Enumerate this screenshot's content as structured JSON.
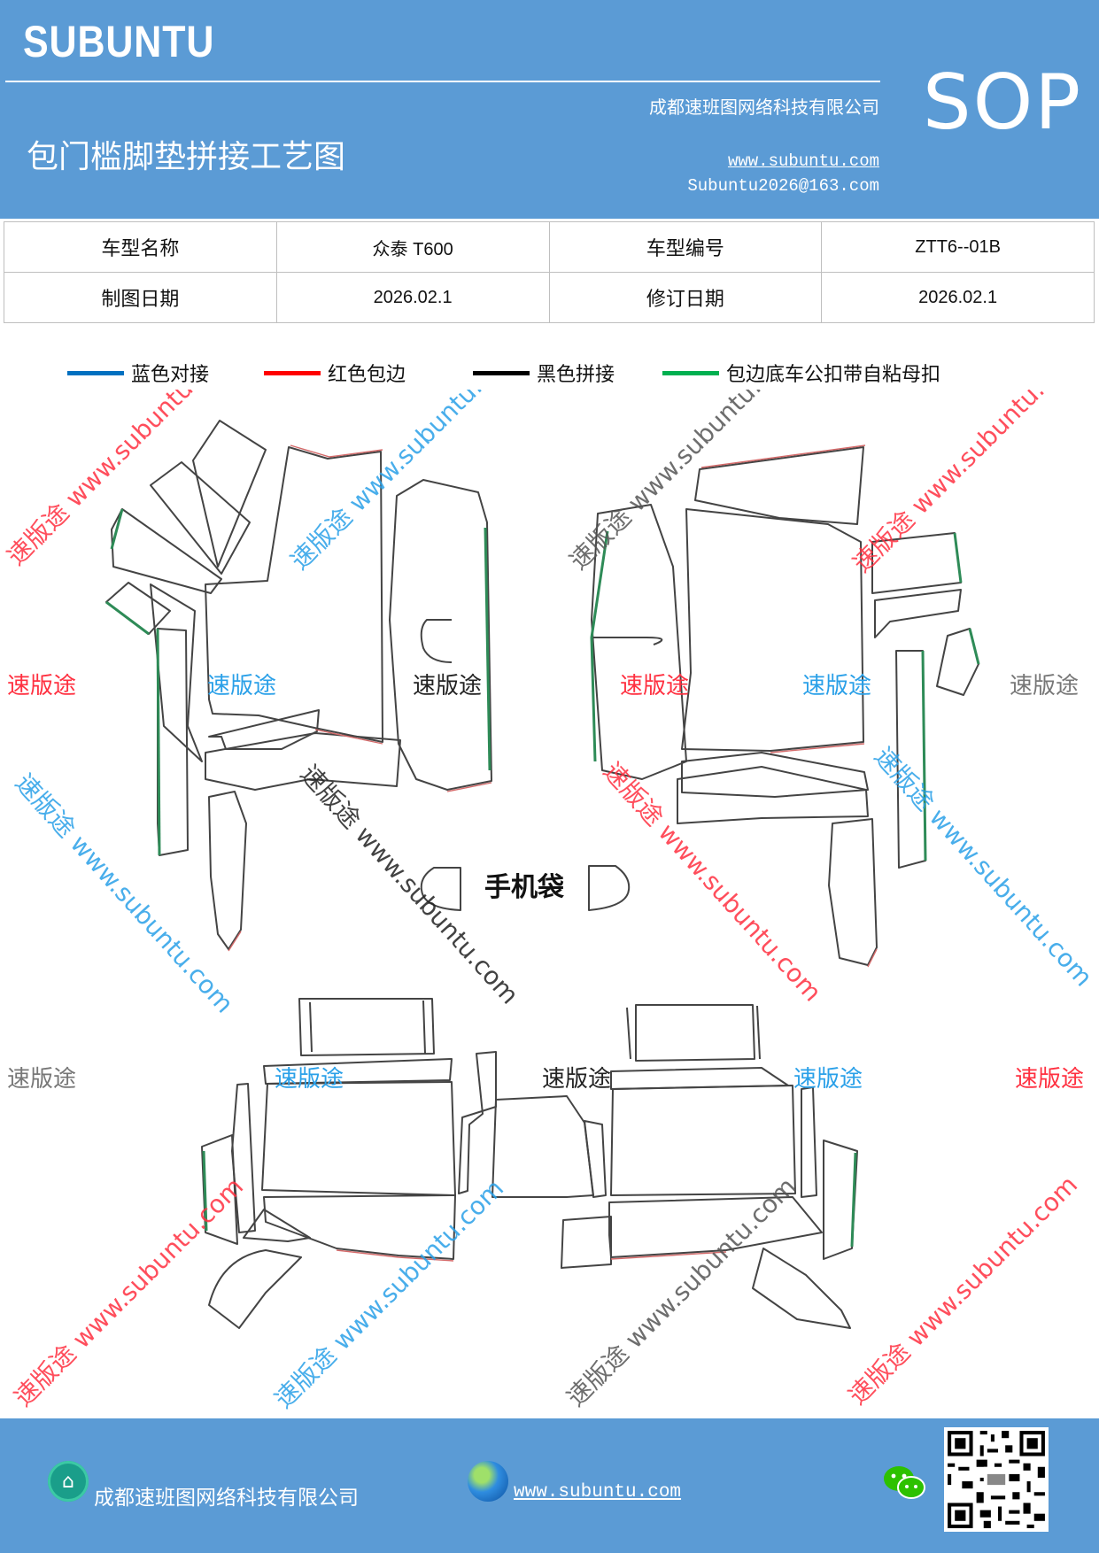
{
  "header": {
    "brand": "SUBUNTU",
    "company": "成都速班图网络科技有限公司",
    "title": "包门槛脚垫拼接工艺图",
    "website": "www.subuntu.com",
    "email": "Subuntu2026@163.com",
    "badge": "SOP"
  },
  "info_table": {
    "rows": [
      [
        "车型名称",
        "众泰 T600",
        "车型编号",
        "ZTT6--01B"
      ],
      [
        "制图日期",
        "2026.02.1",
        "修订日期",
        "2026.02.1"
      ]
    ]
  },
  "legend": [
    {
      "label": "蓝色对接",
      "color": "#0070c0"
    },
    {
      "label": "红色包边",
      "color": "#ff0000"
    },
    {
      "label": "黑色拼接",
      "color": "#000000"
    },
    {
      "label": "包边底车公扣带自粘母扣",
      "color": "#00b050"
    }
  ],
  "diagram": {
    "pocket_label": "手机袋"
  },
  "watermarks": {
    "brand_cn": "速版途",
    "diagonal": "速版途 www.subuntu.com"
  },
  "footer": {
    "company": "成都速班图网络科技有限公司",
    "website": "www.subuntu.com"
  },
  "colors": {
    "header_bg": "#5b9bd5",
    "outline_red": "#d46a6a",
    "outline_green": "#2e8b57",
    "wm_red": "#ff3040",
    "wm_blue": "#2aa0e8",
    "wm_gray": "#777777"
  }
}
